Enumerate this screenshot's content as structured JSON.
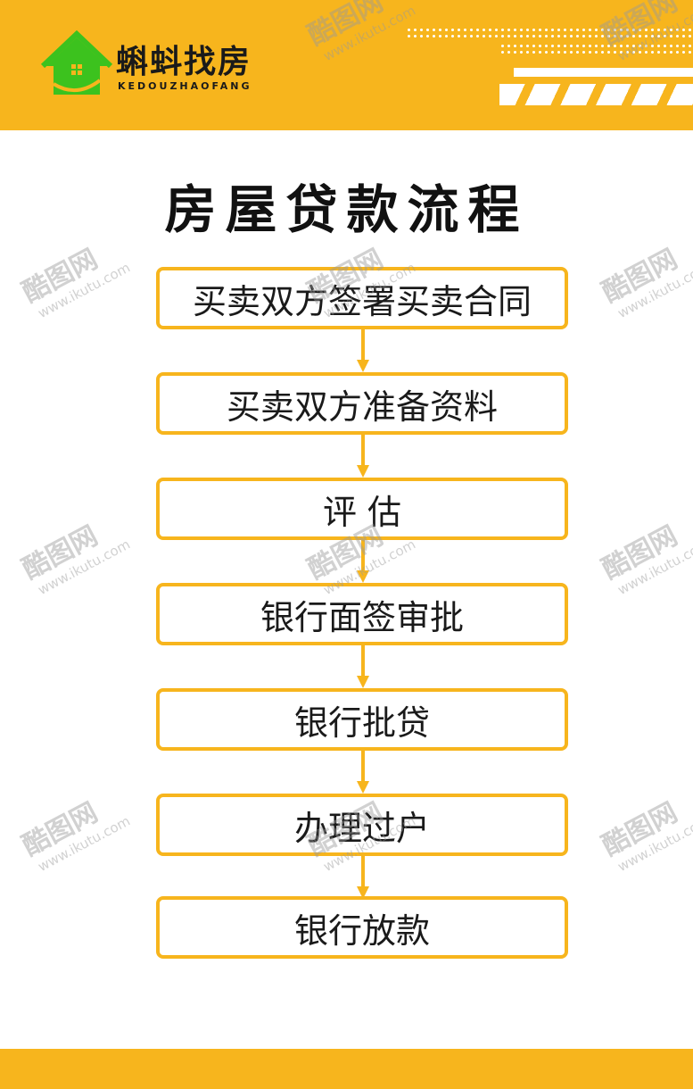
{
  "brand": {
    "name": "蝌蚪找房",
    "subtitle": "KEDOUZHAOFANG",
    "logo_color": "#3cc21e",
    "accent_color": "#f7b51d"
  },
  "title": "房屋贷款流程",
  "steps": [
    {
      "label": "买卖双方签署买卖合同"
    },
    {
      "label": "买卖双方准备资料"
    },
    {
      "label": "评 估"
    },
    {
      "label": "银行面签审批"
    },
    {
      "label": "银行批贷"
    },
    {
      "label": "办理过户"
    },
    {
      "label": "银行放款"
    }
  ],
  "watermark": {
    "name": "酷图网",
    "url": "www.ikutu.com"
  }
}
